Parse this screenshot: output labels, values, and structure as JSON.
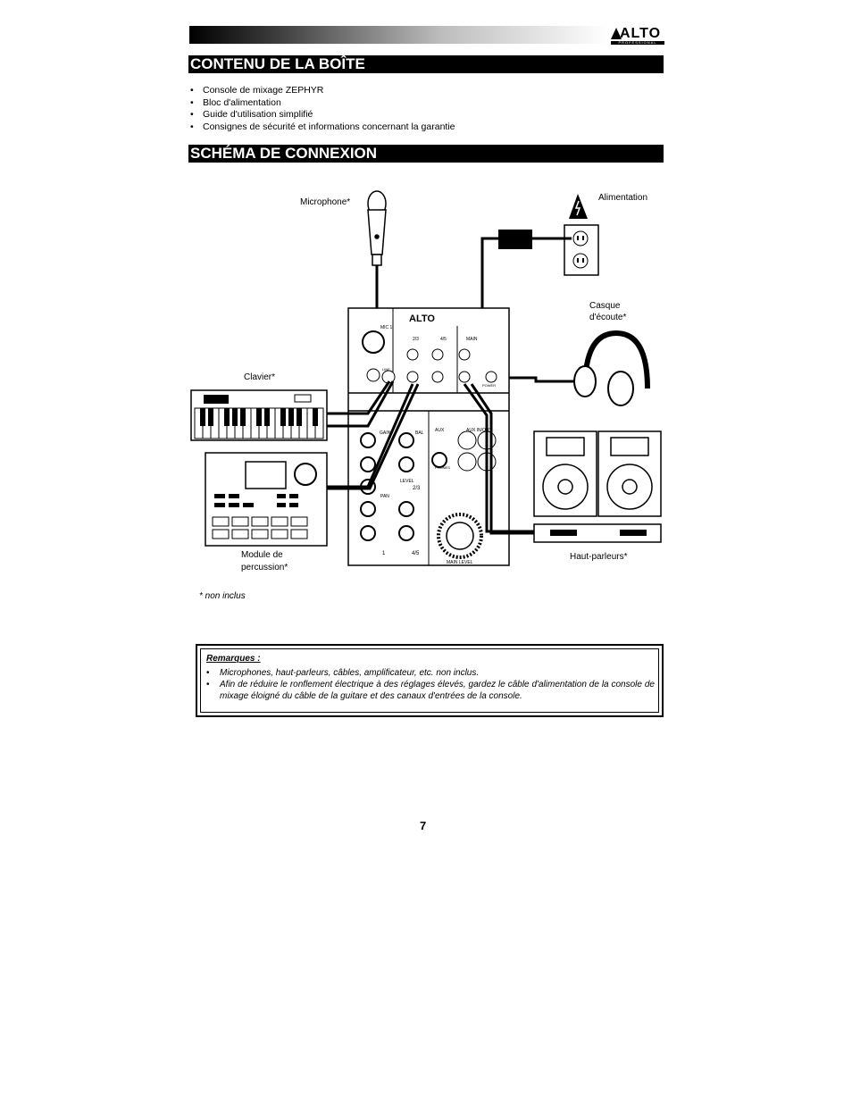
{
  "header": {
    "logo_text": "ALTO",
    "logo_subtext": "PROFESSIONAL"
  },
  "section1": {
    "title": "CONTENU DE LA BOÎTE",
    "items": [
      "Console de mixage ZEPHYR",
      "Bloc d'alimentation",
      "Guide d'utilisation simplifié",
      "Consignes de sécurité et informations concernant la garantie"
    ]
  },
  "section2": {
    "title": "SCHÉMA DE CONNEXION"
  },
  "diagram": {
    "labels": {
      "microphone": "Microphone*",
      "power": "Alimentation",
      "headphones_line1": "Casque",
      "headphones_line2": "d'écoute*",
      "keyboard": "Clavier*",
      "drum_line1": "Module de",
      "drum_line2": "percussion*",
      "speakers": "Haut-parleurs*"
    },
    "mixer": {
      "logo": "ALTO",
      "mic1": "MIC 1",
      "ch23": "2/3",
      "ch45": "4/5",
      "main": "MAIN",
      "line": "LINE",
      "aux": "AUX",
      "aux_inout": "AUX IN/OUT",
      "gain": "GAIN",
      "bal": "BAL",
      "level": "LEVEL",
      "pan": "PAN",
      "main_level": "MAIN LEVEL",
      "ch1": "1",
      "phones": "PHONES",
      "power": "POWER",
      "ch23b": "2/3",
      "ch45b": "4/5"
    }
  },
  "footnote": "* non inclus",
  "remarks": {
    "title": "Remarques :",
    "items": [
      "Microphones, haut-parleurs, câbles, amplificateur, etc. non inclus.",
      "Afin de réduire le ronflement électrique à des réglages élevés, gardez le câble d'alimentation de la console de mixage éloigné du câble de la guitare et des canaux d'entrées de la console."
    ]
  },
  "page_number": "7"
}
